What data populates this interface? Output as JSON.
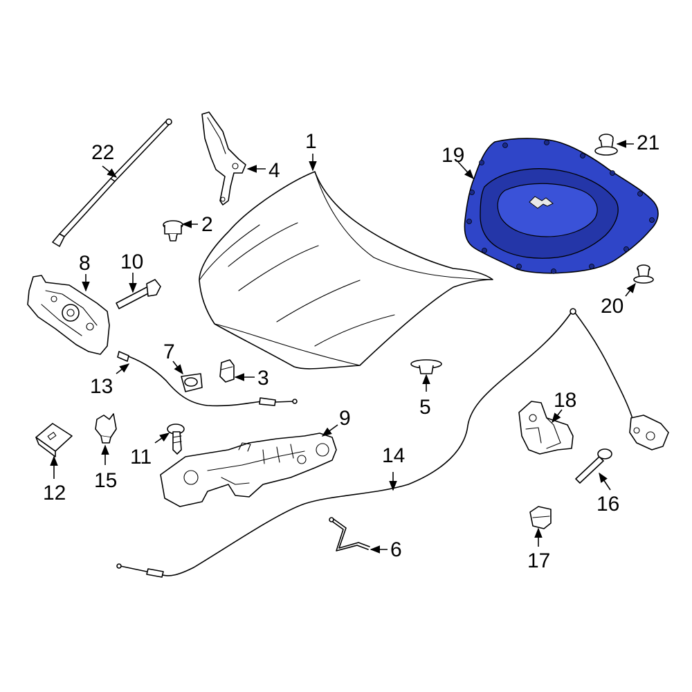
{
  "callouts": [
    {
      "id": "1",
      "label": "1"
    },
    {
      "id": "2",
      "label": "2"
    },
    {
      "id": "3",
      "label": "3"
    },
    {
      "id": "4",
      "label": "4"
    },
    {
      "id": "5",
      "label": "5"
    },
    {
      "id": "6",
      "label": "6"
    },
    {
      "id": "7",
      "label": "7"
    },
    {
      "id": "8",
      "label": "8"
    },
    {
      "id": "9",
      "label": "9"
    },
    {
      "id": "10",
      "label": "10"
    },
    {
      "id": "11",
      "label": "11"
    },
    {
      "id": "12",
      "label": "12"
    },
    {
      "id": "13",
      "label": "13"
    },
    {
      "id": "14",
      "label": "14"
    },
    {
      "id": "15",
      "label": "15"
    },
    {
      "id": "16",
      "label": "16"
    },
    {
      "id": "17",
      "label": "17"
    },
    {
      "id": "18",
      "label": "18"
    },
    {
      "id": "19",
      "label": "19"
    },
    {
      "id": "20",
      "label": "20"
    },
    {
      "id": "21",
      "label": "21"
    },
    {
      "id": "22",
      "label": "22"
    }
  ],
  "highlighted_part": "19",
  "colors": {
    "highlight_fill": "#2f45c8",
    "highlight_dark": "#1a2a8a",
    "line": "#000000",
    "background": "#ffffff"
  }
}
